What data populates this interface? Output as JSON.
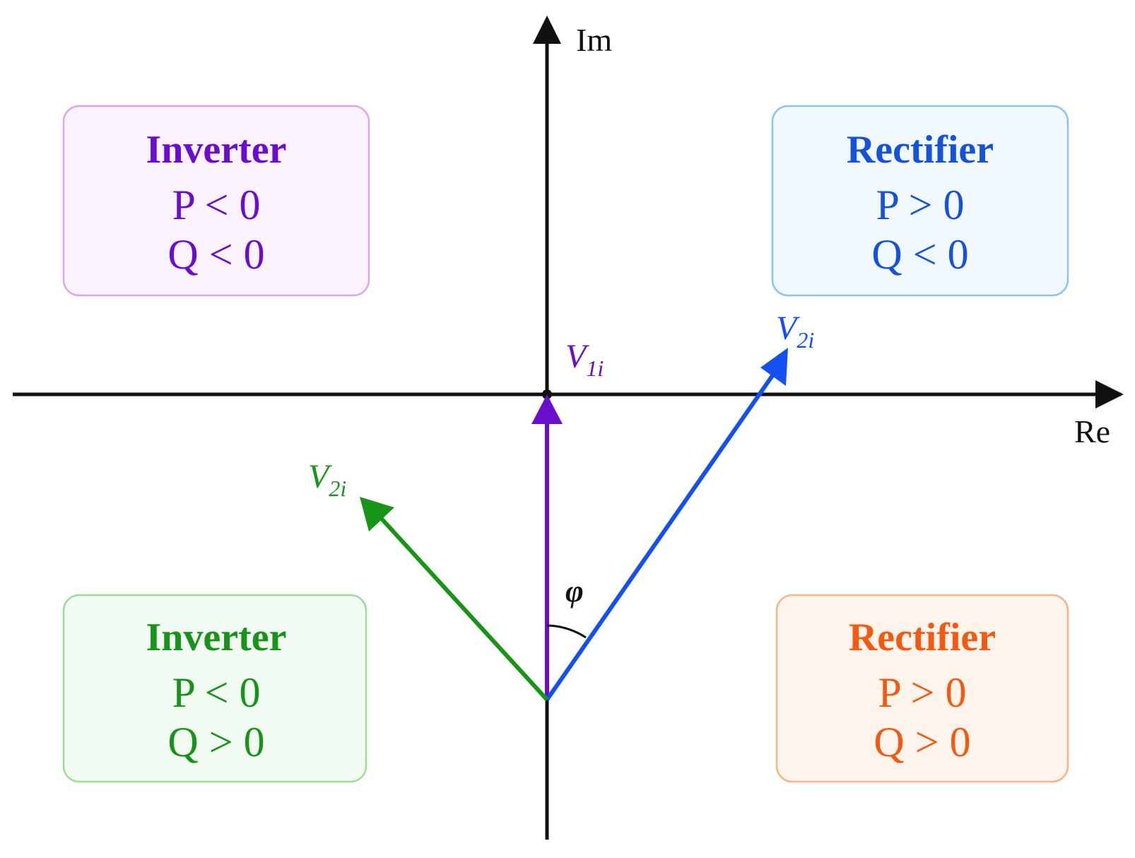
{
  "axes": {
    "real_label": "Re",
    "imag_label": "Im"
  },
  "quadrants": {
    "top_left": {
      "title": "Inverter",
      "p_line": "P < 0",
      "q_line": "Q < 0",
      "color": "#6a0dcc",
      "border": "#d9a8ef",
      "fill": "#faf2fd"
    },
    "top_right": {
      "title": "Rectifier",
      "p_line": "P > 0",
      "q_line": "Q < 0",
      "color": "#1652d8",
      "border": "#8ec3ef",
      "fill": "#f1f8fe"
    },
    "bottom_left": {
      "title": "Inverter",
      "p_line": "P < 0",
      "q_line": "Q > 0",
      "color": "#17931a",
      "border": "#9fdb9a",
      "fill": "#f2fbf1"
    },
    "bottom_right": {
      "title": "Rectifier",
      "p_line": "P > 0",
      "q_line": "Q > 0",
      "color": "#f25a12",
      "border": "#f5b48a",
      "fill": "#fff4ec"
    }
  },
  "vectors": {
    "v1": {
      "base": "V",
      "subscript": "1i",
      "color": "#6a0dcc"
    },
    "v2_right": {
      "base": "V",
      "subscript": "2i",
      "color": "#1450f0"
    },
    "v2_left": {
      "base": "V",
      "subscript": "2i",
      "color": "#189418"
    }
  },
  "angle": {
    "symbol": "φ"
  }
}
